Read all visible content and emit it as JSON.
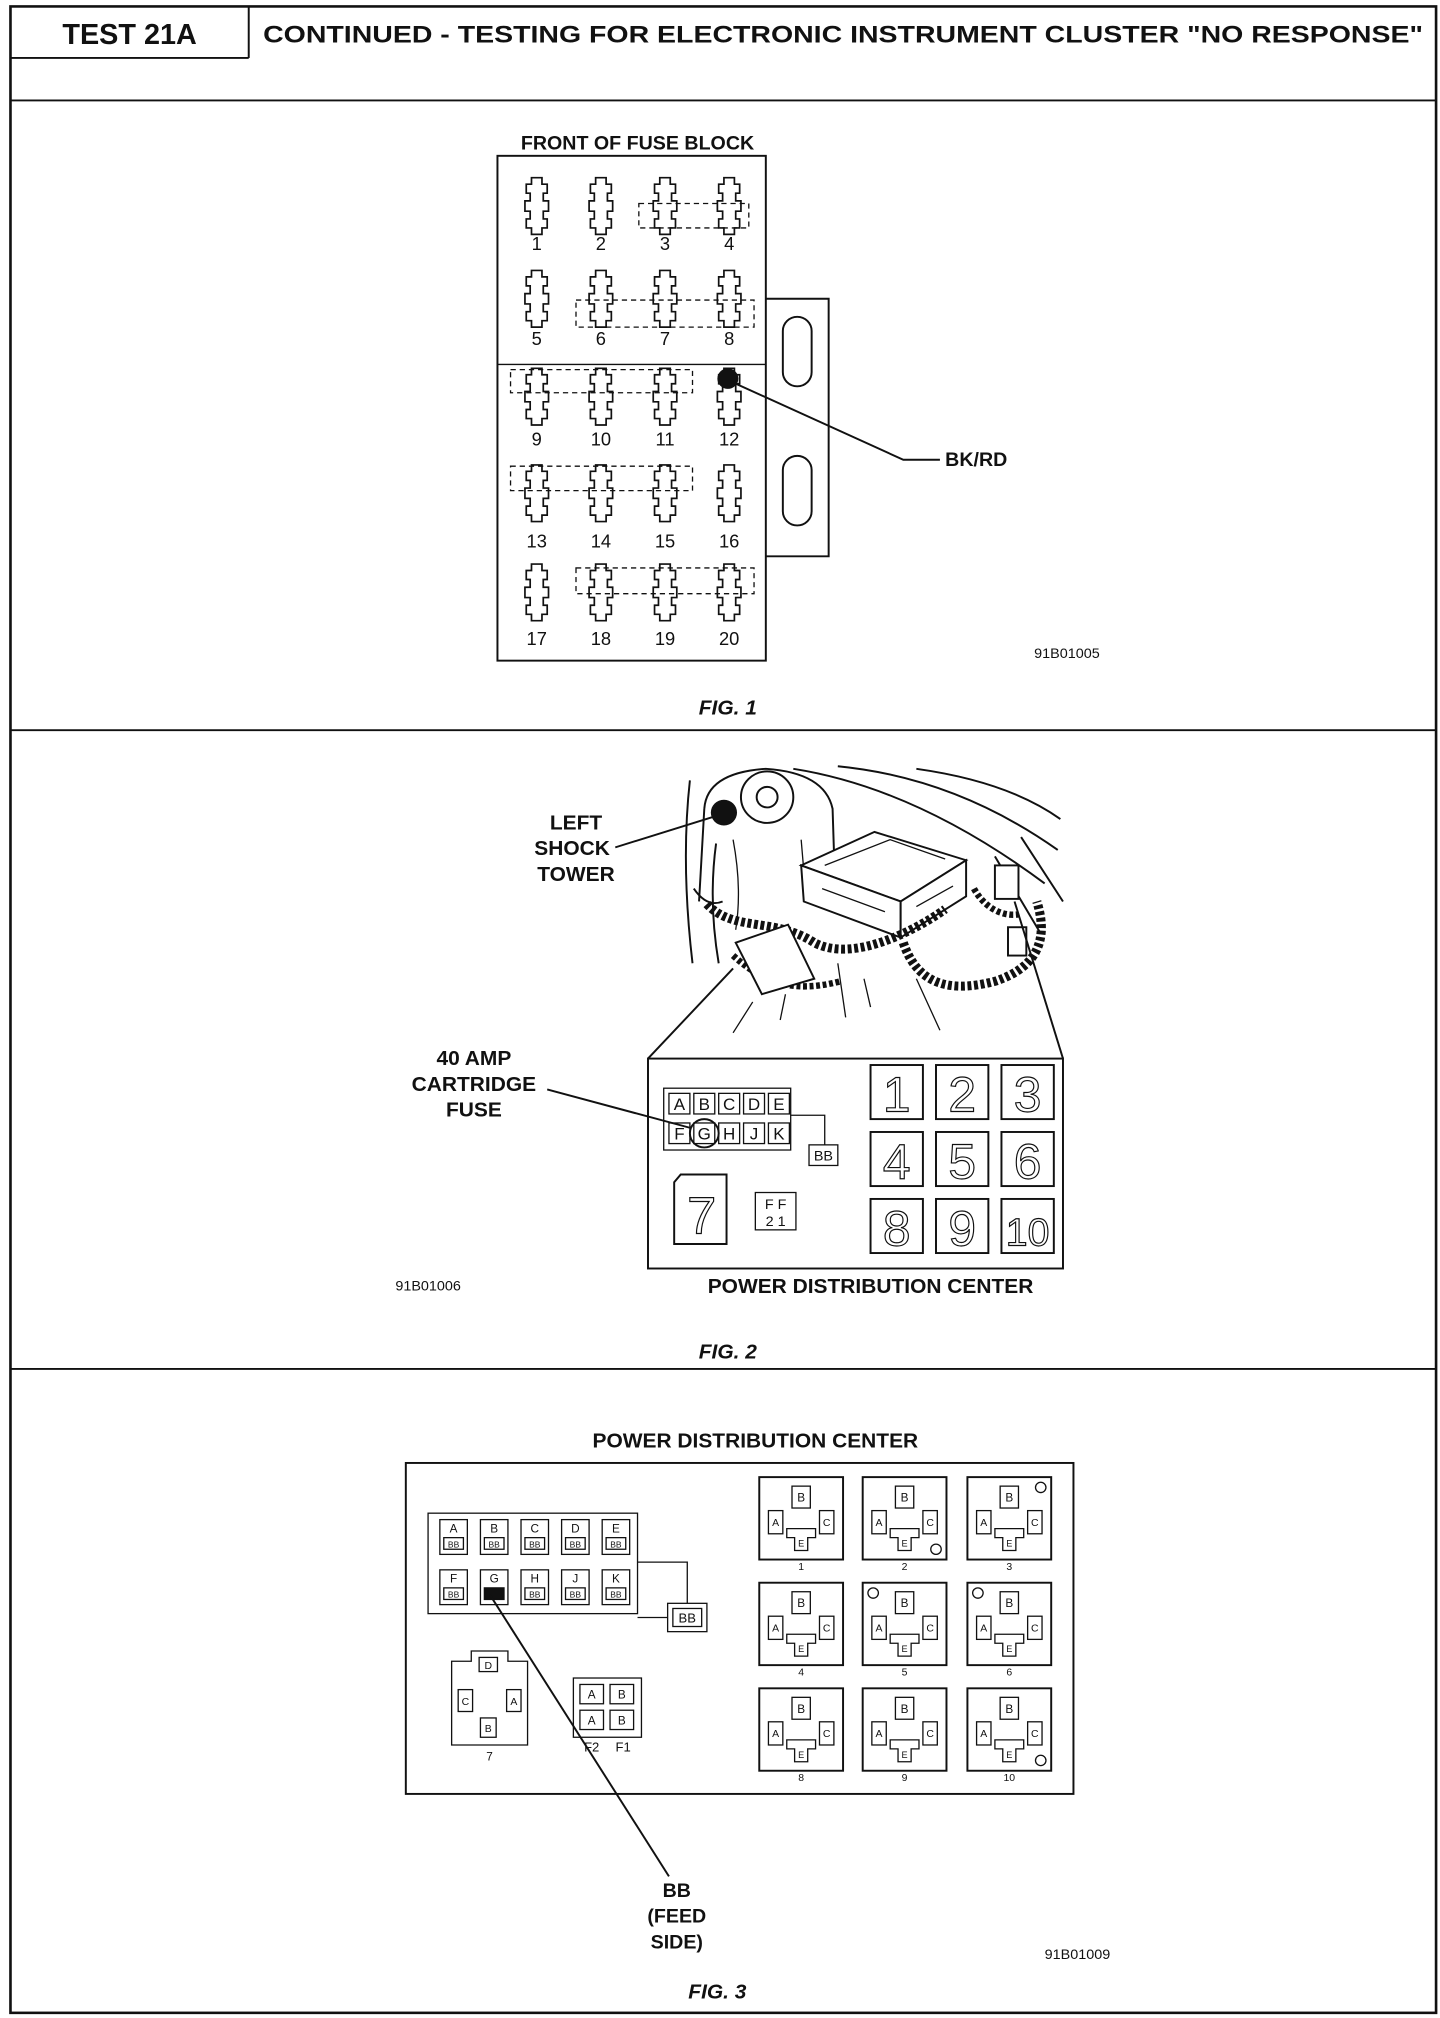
{
  "header": {
    "test_id": "TEST 21A",
    "title": "CONTINUED - TESTING FOR ELECTRONIC INSTRUMENT CLUSTER \"NO RESPONSE\""
  },
  "fig1": {
    "heading": "FRONT OF FUSE BLOCK",
    "fuse_numbers": [
      "1",
      "2",
      "3",
      "4",
      "5",
      "6",
      "7",
      "8",
      "9",
      "10",
      "11",
      "12",
      "13",
      "14",
      "15",
      "16",
      "17",
      "18",
      "19",
      "20"
    ],
    "wire_label": "BK/RD",
    "drawing_code": "91B01005",
    "caption": "FIG. 1"
  },
  "fig2": {
    "shock_tower_label": [
      "LEFT",
      "SHOCK",
      "TOWER"
    ],
    "fuse_callout": [
      "40 AMP",
      "CARTRIDGE",
      "FUSE"
    ],
    "cartridge_fuses_top": [
      "A",
      "B",
      "C",
      "D",
      "E"
    ],
    "cartridge_fuses_bottom": [
      "F",
      "G",
      "H",
      "J",
      "K"
    ],
    "bb_label": "BB",
    "slot_7_label": "7",
    "ff_labels": [
      "F F",
      "2 1"
    ],
    "relay_numbers": [
      "1",
      "2",
      "3",
      "4",
      "5",
      "6",
      "8",
      "9",
      "10"
    ],
    "drawing_code": "91B01006",
    "title": "POWER DISTRIBUTION CENTER",
    "caption": "FIG. 2"
  },
  "fig3": {
    "title": "POWER DISTRIBUTION CENTER",
    "cartridge_fuses_top": [
      "A",
      "B",
      "C",
      "D",
      "E"
    ],
    "cartridge_fuses_bottom": [
      "F",
      "G",
      "H",
      "J",
      "K"
    ],
    "fuse_inner_label": "BB",
    "bb_label": "BB",
    "slot_7": {
      "label": "7",
      "pins": {
        "top": "D",
        "left": "C",
        "right": "A",
        "bottom": "B"
      }
    },
    "mini_fuses": {
      "top": [
        "A",
        "B"
      ],
      "bottom": [
        "A",
        "B"
      ],
      "labels": [
        "F2",
        "F1"
      ]
    },
    "relay_numbers": [
      "1",
      "2",
      "3",
      "4",
      "5",
      "6",
      "8",
      "9",
      "10"
    ],
    "relay_pins": {
      "top": "B",
      "left": "A",
      "right": "C",
      "center": "E"
    },
    "feed_callout": [
      "BB",
      "(FEED",
      "SIDE)"
    ],
    "drawing_code": "91B01009",
    "caption": "FIG. 3"
  }
}
